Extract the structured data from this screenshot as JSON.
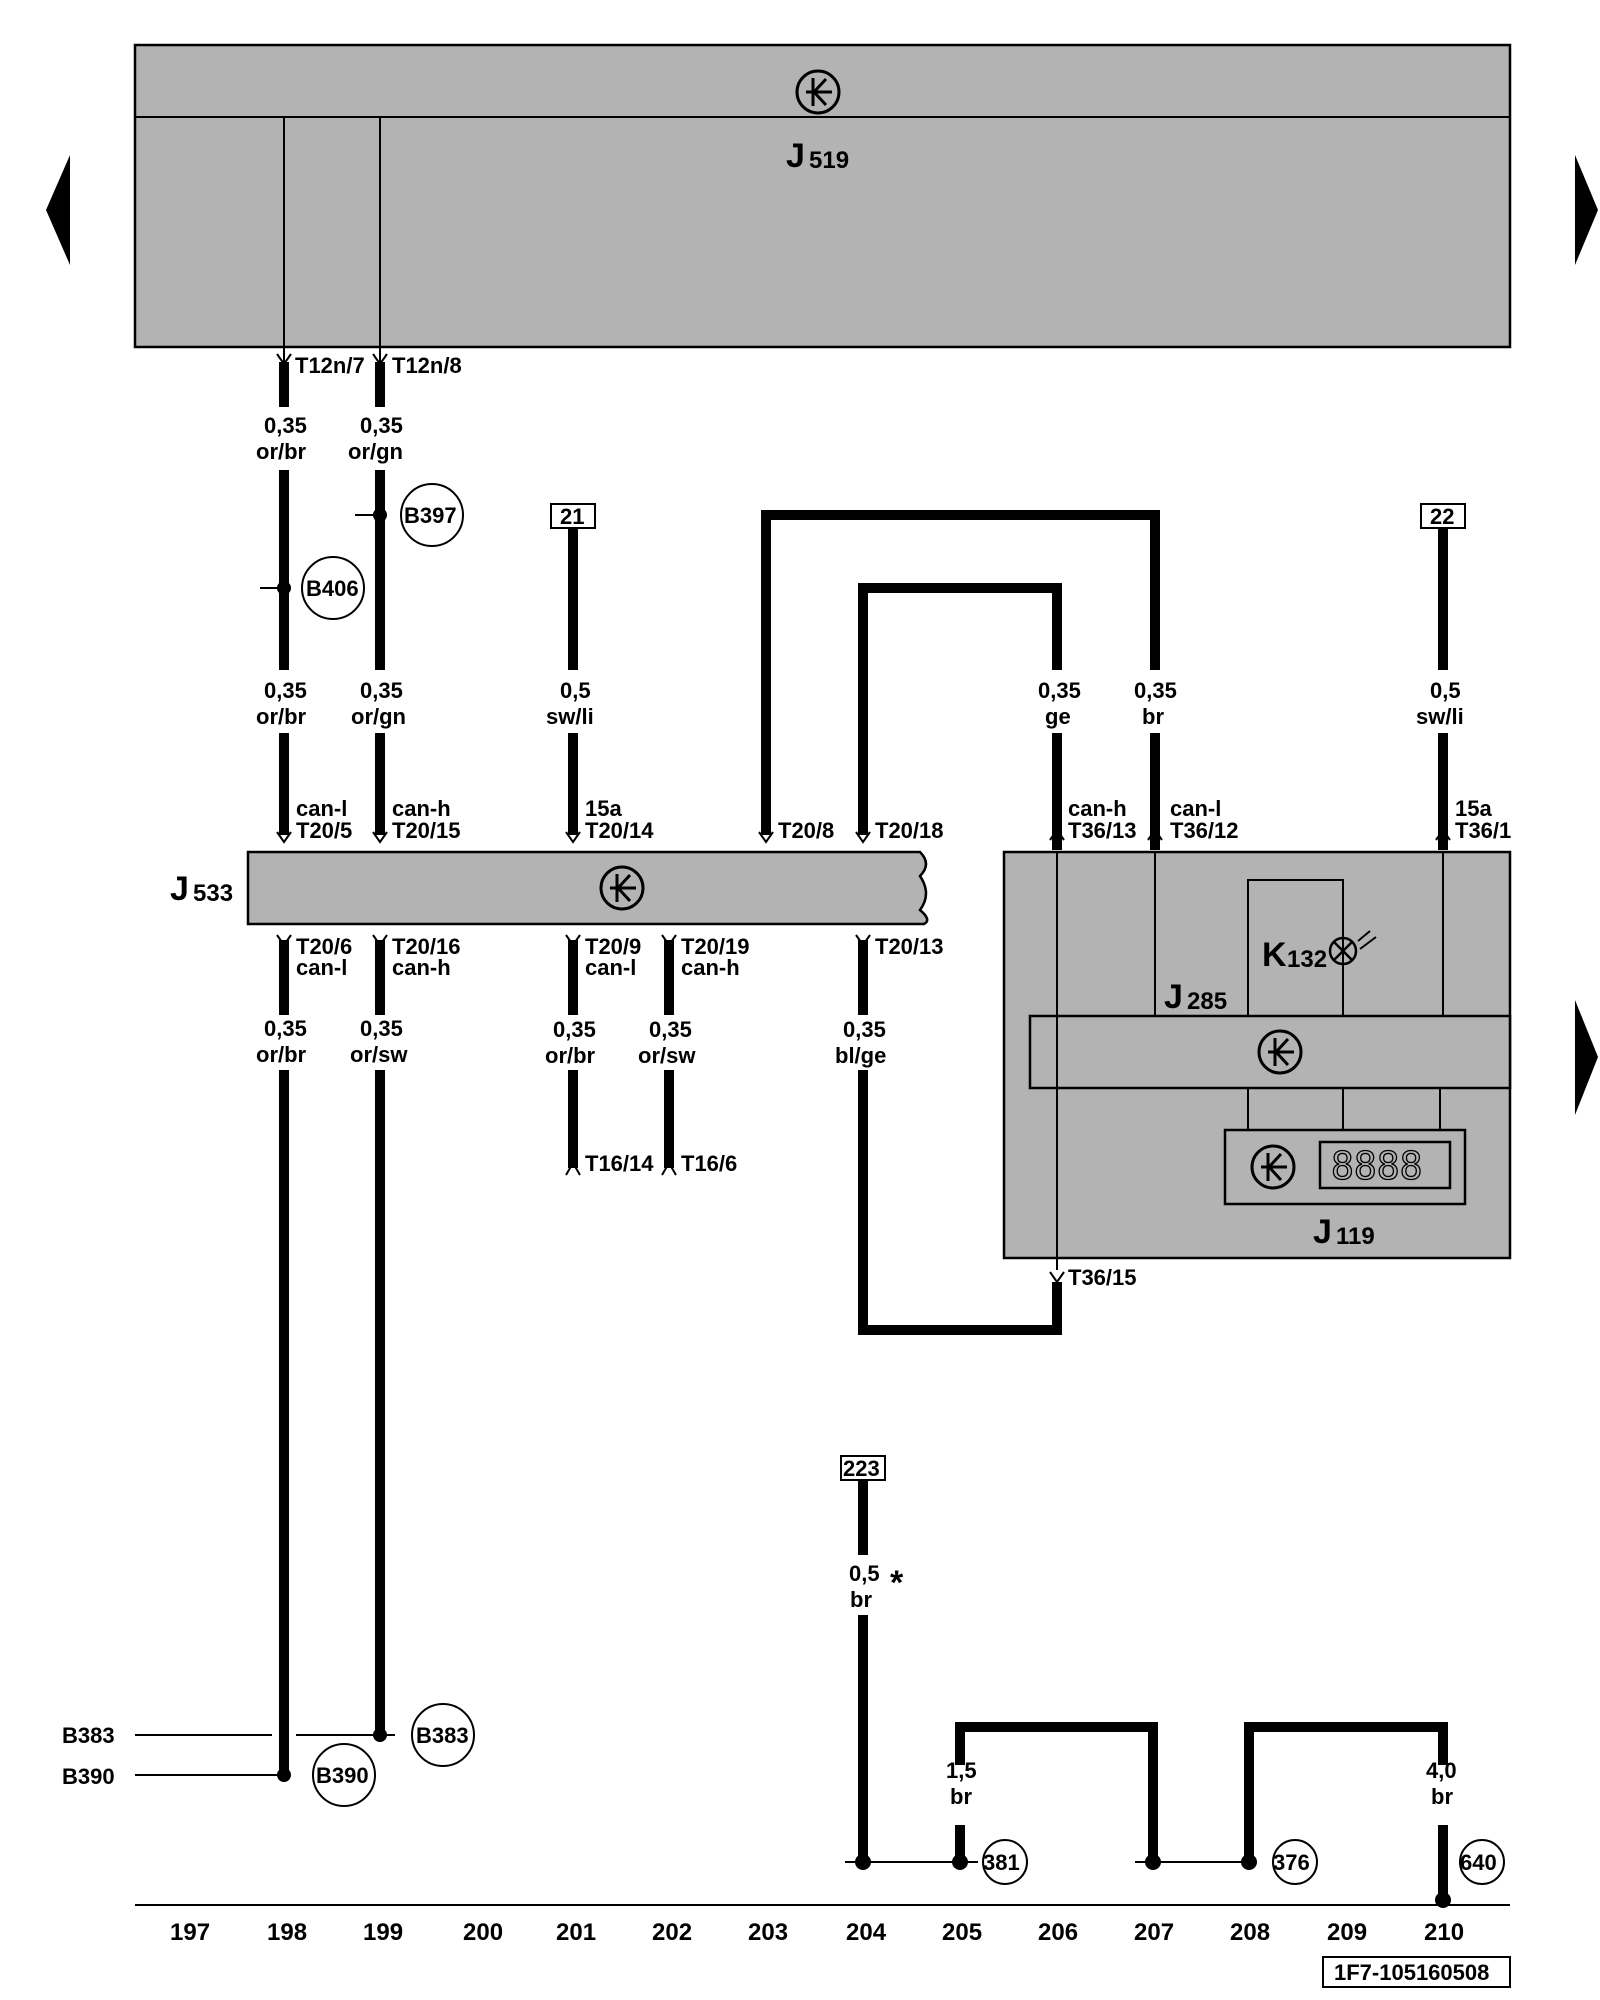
{
  "components": {
    "j519": {
      "name": "J",
      "sub": "519"
    },
    "j533": {
      "name": "J",
      "sub": "533"
    },
    "j285": {
      "name": "J",
      "sub": "285"
    },
    "j119": {
      "name": "J",
      "sub": "119"
    },
    "k132": {
      "name": "K",
      "sub": "132"
    },
    "display": "8888"
  },
  "pins": {
    "t12n7": "T12n/7",
    "t12n8": "T12n/8",
    "t20_5": "T20/5",
    "t20_15": "T20/15",
    "t20_14": "T20/14",
    "t20_8": "T20/8",
    "t20_18": "T20/18",
    "t36_13": "T36/13",
    "t36_12": "T36/12",
    "t36_1": "T36/1",
    "t20_6": "T20/6",
    "t20_16": "T20/16",
    "t20_9": "T20/9",
    "t20_19": "T20/19",
    "t20_13": "T20/13",
    "t16_14": "T16/14",
    "t16_6": "T16/6",
    "t36_15": "T36/15"
  },
  "signals": {
    "can_l": "can-l",
    "can_h": "can-h",
    "s15a": "15a"
  },
  "wires": {
    "w198a": {
      "size": "0,35",
      "color": "or/br"
    },
    "w199a": {
      "size": "0,35",
      "color": "or/gn"
    },
    "w198b": {
      "size": "0,35",
      "color": "or/br"
    },
    "w199b": {
      "size": "0,35",
      "color": "or/gn"
    },
    "w201a": {
      "size": "0,5",
      "color": "sw/li"
    },
    "w206": {
      "size": "0,35",
      "color": "ge"
    },
    "w207": {
      "size": "0,35",
      "color": "br"
    },
    "w210a": {
      "size": "0,5",
      "color": "sw/li"
    },
    "w198c": {
      "size": "0,35",
      "color": "or/br"
    },
    "w199c": {
      "size": "0,35",
      "color": "or/sw"
    },
    "w201b": {
      "size": "0,35",
      "color": "or/br"
    },
    "w202": {
      "size": "0,35",
      "color": "or/sw"
    },
    "w204a": {
      "size": "0,35",
      "color": "bl/ge"
    },
    "w204b": {
      "size": "0,5",
      "color": "br",
      "mark": "*"
    },
    "w205": {
      "size": "1,5",
      "color": "br"
    },
    "w210b": {
      "size": "4,0",
      "color": "br"
    }
  },
  "references": {
    "ref21": "21",
    "ref22": "22",
    "ref223": "223"
  },
  "connection_points": {
    "b397": "B397",
    "b406": "B406",
    "b383": "B383",
    "b390": "B390",
    "p381": "381",
    "p376": "376",
    "p640": "640"
  },
  "side_labels": {
    "b383": "B383",
    "b390": "B390"
  },
  "tracks": [
    "197",
    "198",
    "199",
    "200",
    "201",
    "202",
    "203",
    "204",
    "205",
    "206",
    "207",
    "208",
    "209",
    "210"
  ],
  "doc_id": "1F7-105160508"
}
